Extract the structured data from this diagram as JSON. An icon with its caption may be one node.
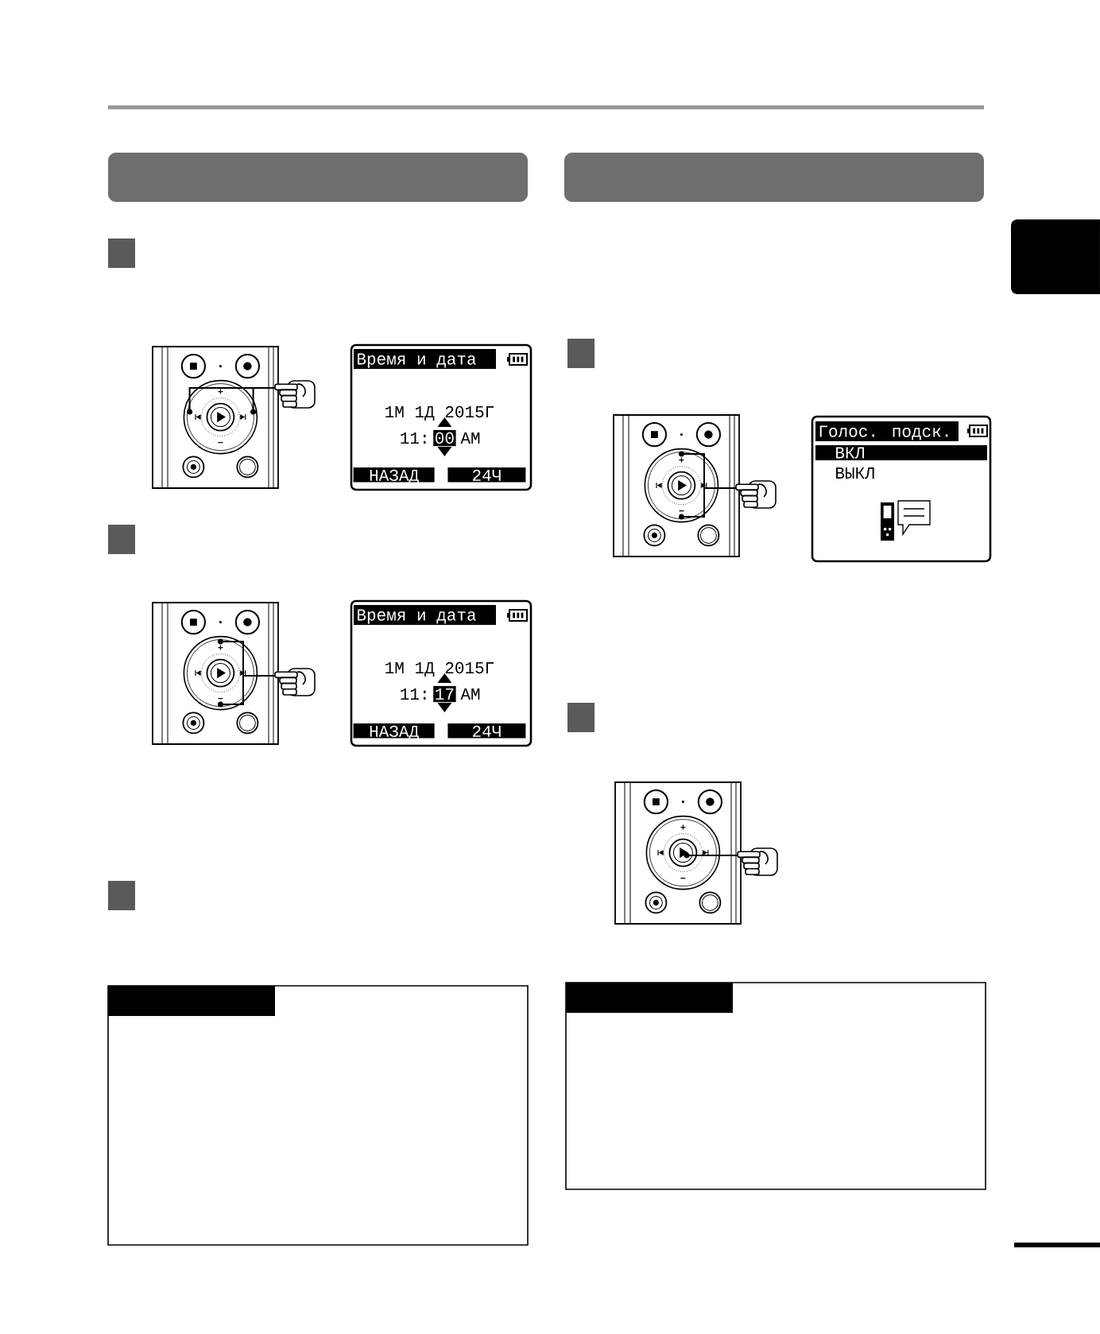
{
  "diagram": {
    "nodes": [
      {
        "text": [
          "Время и дата",
          "1М 1Д 2015Г",
          "11:",
          "00",
          "AM",
          "НАЗАД",
          "24Ч"
        ]
      },
      {
        "text": [
          "Время и дата",
          "1М 1Д 2015Г",
          "11:",
          "17",
          "AM",
          "НАЗАД",
          "24Ч"
        ]
      },
      {
        "text": [
          "Голос. подск.",
          "ВКЛ",
          "ВЫКЛ"
        ]
      }
    ]
  }
}
